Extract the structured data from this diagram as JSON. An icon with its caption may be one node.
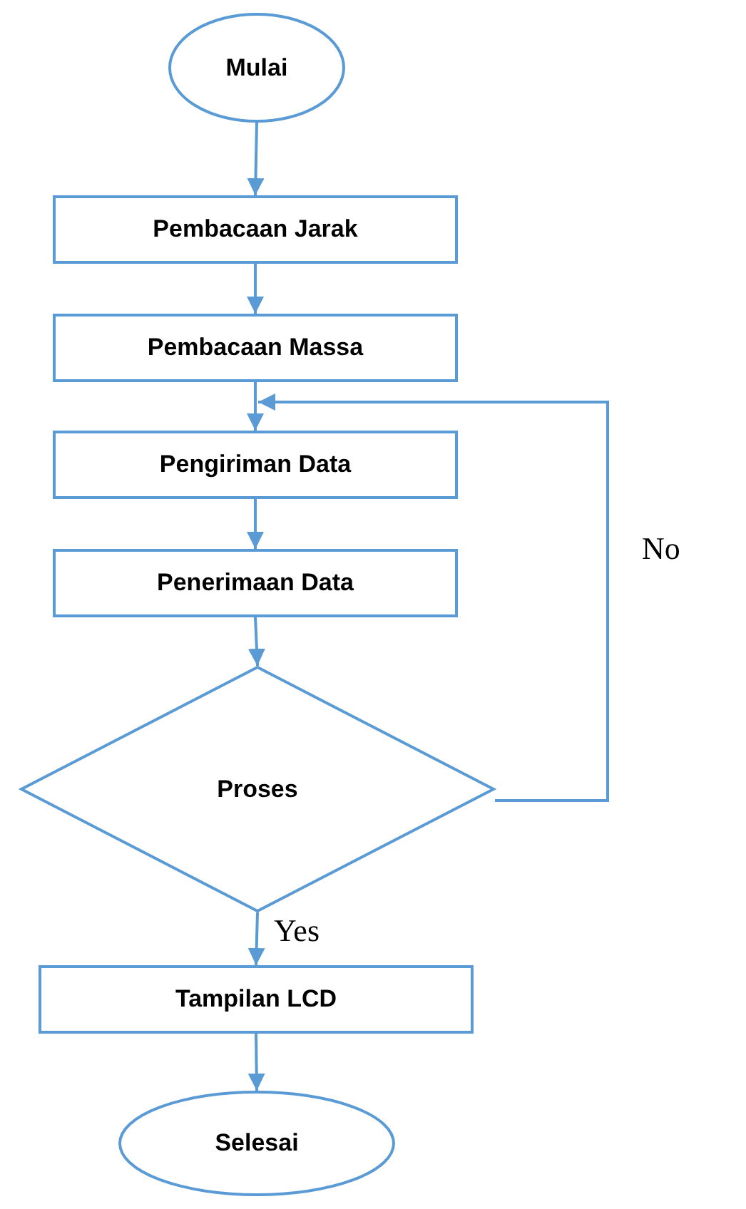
{
  "diagram": {
    "nodes": [
      {
        "text": [
          "Mulai"
        ]
      },
      {
        "text": [
          "Pembacaan Jarak"
        ]
      },
      {
        "text": [
          "Pembacaan Massa"
        ]
      },
      {
        "text": [
          "Pengiriman Data"
        ]
      },
      {
        "text": [
          "Penerimaan Data"
        ]
      },
      {
        "text": [
          "Proses"
        ]
      },
      {
        "text": [
          "Tampilan LCD"
        ]
      },
      {
        "text": [
          "Selesai"
        ]
      }
    ],
    "edges": [
      {
        "from": 0,
        "to": 1,
        "arrow": "to"
      },
      {
        "from": 1,
        "to": 2,
        "arrow": "to"
      },
      {
        "from": 2,
        "to": 3,
        "arrow": "to"
      },
      {
        "from": 3,
        "to": 4,
        "arrow": "to"
      },
      {
        "from": 4,
        "to": 5,
        "arrow": "to"
      },
      {
        "from": 5,
        "to": 3,
        "arrow": "to",
        "label": "No"
      },
      {
        "from": 5,
        "to": 6,
        "arrow": "to",
        "label": "Yes"
      },
      {
        "from": 6,
        "to": 7,
        "arrow": "to"
      }
    ]
  }
}
